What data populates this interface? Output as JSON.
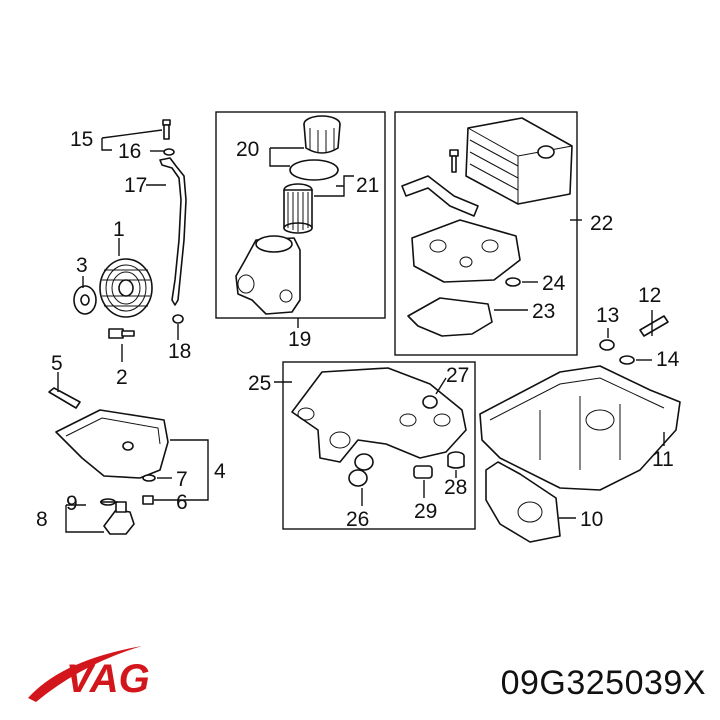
{
  "brand": {
    "logo_text": "VAG",
    "colors": {
      "logo_text": "#d3161c",
      "logo_swoosh": "#d3161c"
    }
  },
  "part_number": "09G325039X",
  "callouts": {
    "c1": "1",
    "c2": "2",
    "c3": "3",
    "c4": "4",
    "c5": "5",
    "c6": "6",
    "c7": "7",
    "c8": "8",
    "c9": "9",
    "c10": "10",
    "c11": "11",
    "c12": "12",
    "c13": "13",
    "c14": "14",
    "c15": "15",
    "c16": "16",
    "c17": "17",
    "c18": "18",
    "c19": "19",
    "c20": "20",
    "c21": "21",
    "c22": "22",
    "c23": "23",
    "c24": "24",
    "c25": "25",
    "c26": "26",
    "c27": "27",
    "c28": "28",
    "c29": "29"
  },
  "colors": {
    "line": "#111111",
    "background": "#ffffff"
  }
}
